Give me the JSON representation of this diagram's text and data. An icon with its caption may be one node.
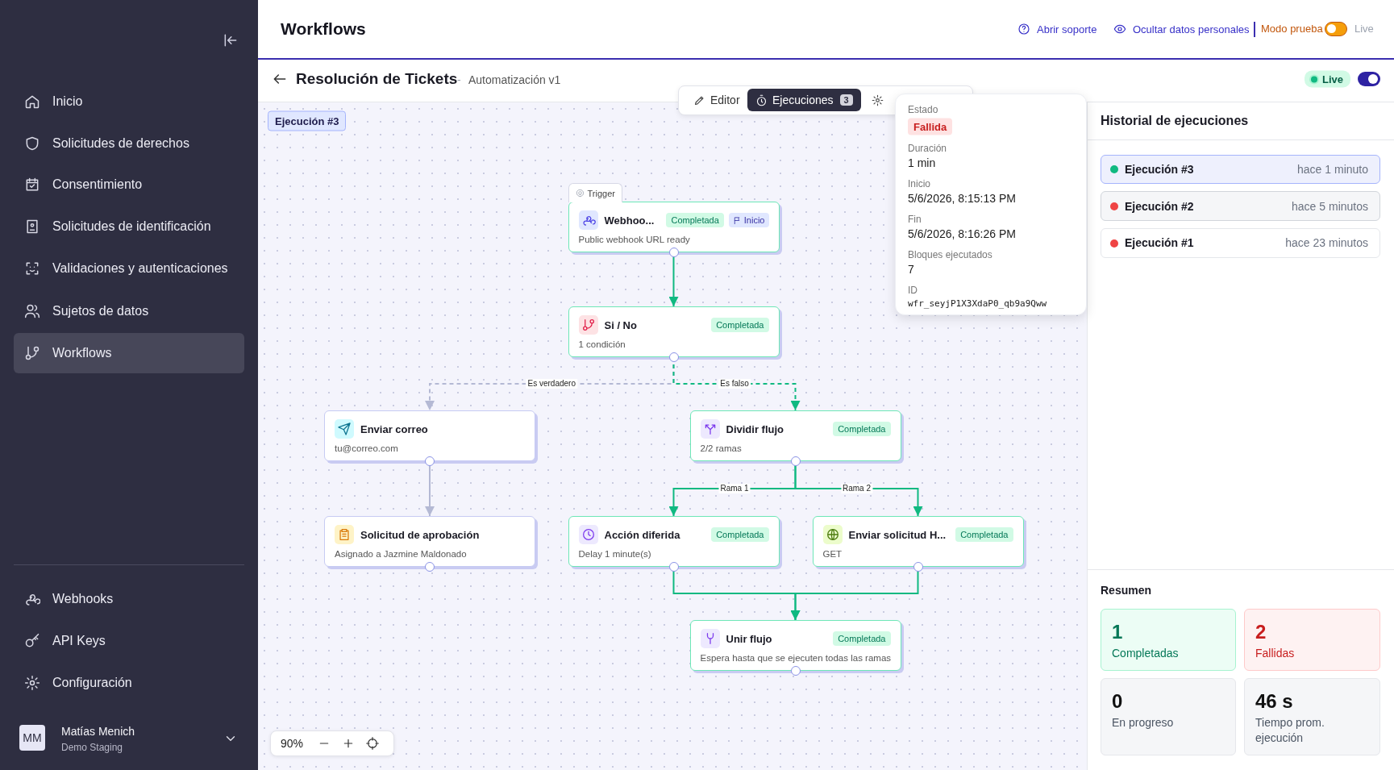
{
  "diagram": {
    "nodes": [
      {
        "text": [
          "Trigger",
          "Webhoo...",
          "Completada",
          "Inicio",
          "Public webhook URL ready"
        ]
      },
      {
        "text": [
          "Si / No",
          "Completada",
          "1 condición"
        ]
      },
      {
        "text": [
          "Enviar correo",
          "tu@correo.com"
        ]
      },
      {
        "text": [
          "Dividir flujo",
          "Completada",
          "2/2 ramas"
        ]
      },
      {
        "text": [
          "Solicitud de aprobación",
          "Asignado a Jazmine Maldonado"
        ]
      },
      {
        "text": [
          "Acción diferida",
          "Completada",
          "Delay 1 minute(s)"
        ]
      },
      {
        "text": [
          "Enviar solicitud H...",
          "Completada",
          "GET"
        ]
      },
      {
        "text": [
          "Unir flujo",
          "Completada",
          "Espera hasta que se ejecuten todas las ramas"
        ]
      }
    ],
    "edges": [
      {
        "from": 0,
        "to": 1,
        "arrow": "to"
      },
      {
        "from": 1,
        "to": 2,
        "arrow": "to",
        "label": "Es verdadero",
        "style": "dashed",
        "color": "#b4b9d4"
      },
      {
        "from": 1,
        "to": 3,
        "arrow": "to",
        "label": "Es falso",
        "style": "dashed"
      },
      {
        "from": 2,
        "to": 4,
        "arrow": "to",
        "color": "#b4b9d4"
      },
      {
        "from": 3,
        "to": 5,
        "arrow": "to",
        "label": "Rama 1"
      },
      {
        "from": 3,
        "to": 6,
        "arrow": "to",
        "label": "Rama 2"
      },
      {
        "from": 5,
        "to": 7,
        "arrow": "to"
      },
      {
        "from": 6,
        "to": 7,
        "arrow": "to"
      }
    ],
    "labels": [
      "Inicio",
      "Solicitudes de derechos",
      "Consentimiento",
      "Solicitudes de identificación",
      "Validaciones y autenticaciones",
      "Sujetos de datos",
      "Workflows",
      "Webhooks",
      "API Keys",
      "Configuración",
      "MM",
      "Matías Menich",
      "Demo Staging",
      "Workflows",
      "Abrir soporte",
      "Ocultar datos personales",
      "Modo prueba",
      "Live",
      "Resolución de Tickets",
      "-",
      "Automatización v1",
      "Live",
      "Editor",
      "Ejecuciones",
      "3",
      "Ejecución #3",
      "Estado",
      "Fallida",
      "Duración",
      "1 min",
      "Inicio",
      "5/6/2026, 8:15:13 PM",
      "Fin",
      "5/6/2026, 8:16:26 PM",
      "Bloques ejecutados",
      "7",
      "ID",
      "wfr_seyjP1X3XdaP0_qb9a9Qww",
      "Historial de ejecuciones",
      "Ejecución #3",
      "hace 1 minuto",
      "Ejecución #2",
      "hace 5 minutos",
      "Ejecución #1",
      "hace 23 minutos",
      "Resumen",
      "1",
      "Completadas",
      "2",
      "Fallidas",
      "0",
      "En progreso",
      "46 s",
      "Tiempo prom. ejecución",
      "90%"
    ]
  }
}
